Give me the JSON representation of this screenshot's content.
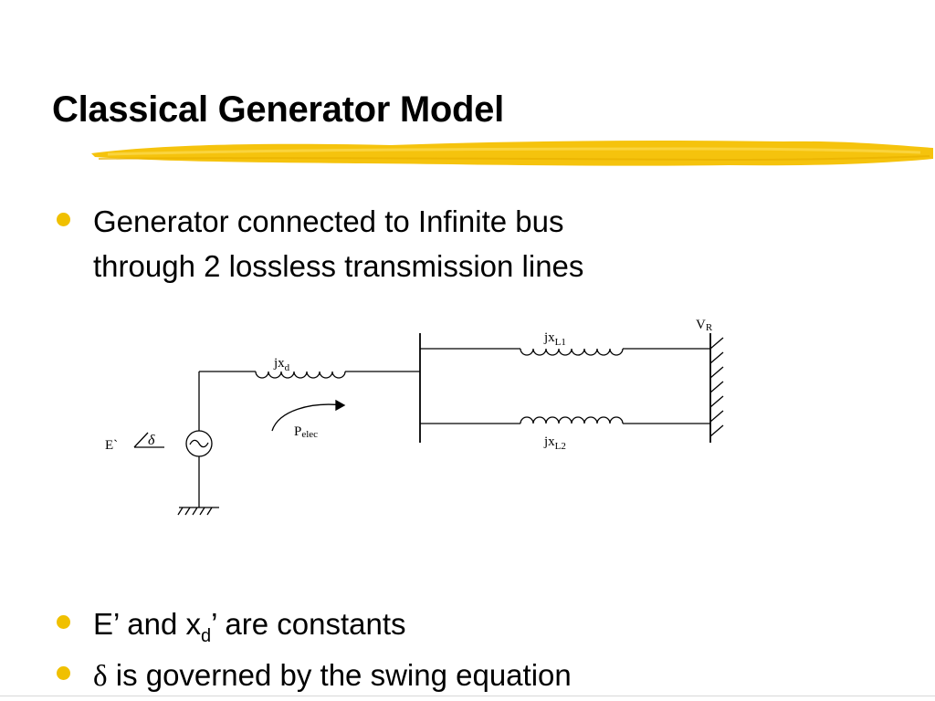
{
  "slide": {
    "title": "Classical Generator Model",
    "highlight_color": "#f4c000",
    "bullet_color": "#f0c000"
  },
  "bullets": {
    "b1_line1": "Generator connected to Infinite bus",
    "b1_line2": "through 2 lossless transmission lines",
    "b2_pre": "E’ and x",
    "b2_sub": "d",
    "b2_post": "’ are constants",
    "b3_symbol": "δ",
    "b3_text": " is governed by the swing equation"
  },
  "diagram": {
    "source_label": "E`",
    "angle_symbol": "δ",
    "source_symbol": "~",
    "xd_label": "jx",
    "xd_sub": "d",
    "xl1_label": "jx",
    "xl1_sub": "L1",
    "xl2_label": "jx",
    "xl2_sub": "L2",
    "vr_label": "V",
    "vr_sub": "R",
    "pelec_label": "P",
    "pelec_sub": "elec"
  }
}
